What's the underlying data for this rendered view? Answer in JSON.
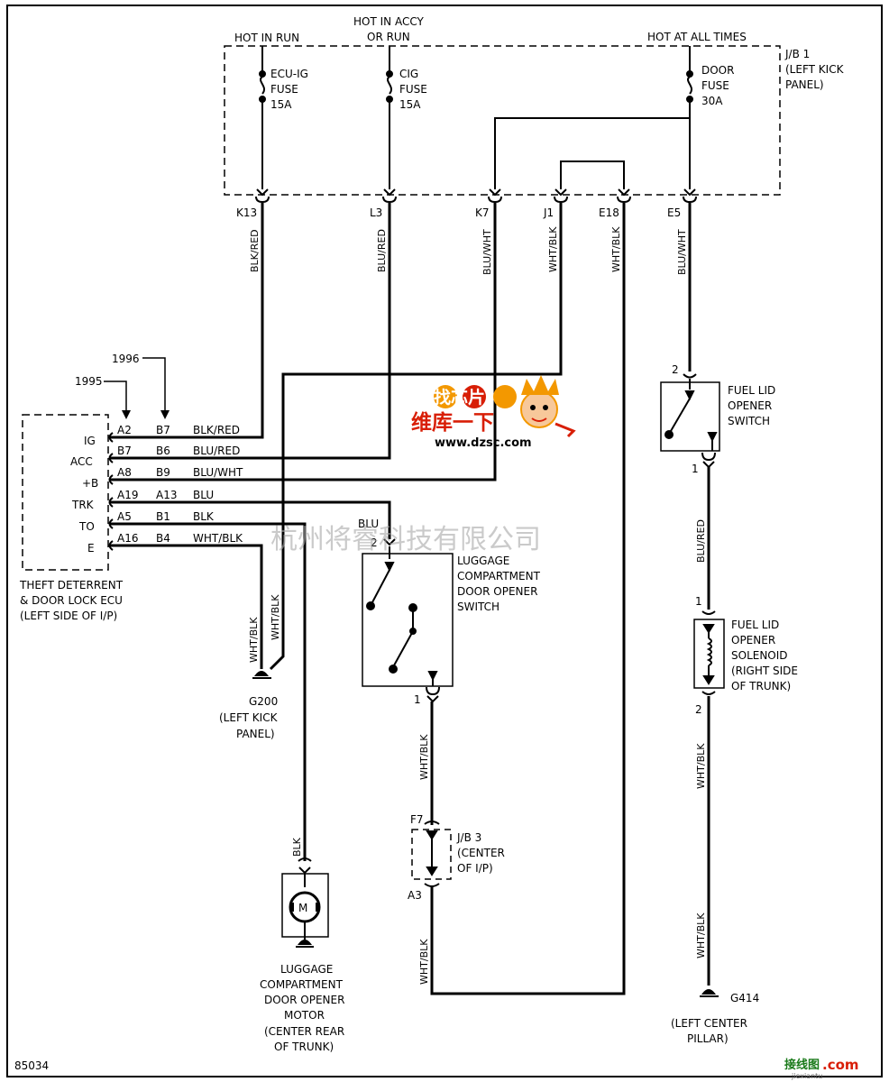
{
  "diagram": {
    "jb1": {
      "title": [
        "J/B 1",
        "(LEFT KICK",
        "PANEL)"
      ],
      "supply_hot_in_run": "HOT IN RUN",
      "supply_hot_in_accy": [
        "HOT IN ACCY",
        "OR RUN"
      ],
      "supply_hot_at_all_times": "HOT AT ALL TIMES",
      "fuse_ecu_ig": [
        "ECU-IG",
        "FUSE",
        "15A"
      ],
      "fuse_cig": [
        "CIG",
        "FUSE",
        "15A"
      ],
      "fuse_door": [
        "DOOR",
        "FUSE",
        "30A"
      ]
    },
    "terminals": [
      {
        "id": "K13",
        "wire": "BLK/RED"
      },
      {
        "id": "L3",
        "wire": "BLU/RED"
      },
      {
        "id": "K7",
        "wire": "BLU/WHT"
      },
      {
        "id": "J1",
        "wire": "WHT/BLK"
      },
      {
        "id": "E18",
        "wire": "WHT/BLK"
      },
      {
        "id": "E5",
        "wire": "BLU/WHT"
      }
    ],
    "years": [
      "1995",
      "1996"
    ],
    "ecu": {
      "title": [
        "THEFT DETERRENT",
        "& DOOR LOCK ECU",
        "(LEFT SIDE OF I/P)"
      ],
      "pins": [
        {
          "name": "IG",
          "p1995": "A2",
          "p1996": "B7",
          "wire": "BLK/RED"
        },
        {
          "name": "ACC",
          "p1995": "B7",
          "p1996": "B6",
          "wire": "BLU/RED"
        },
        {
          "name": "+B",
          "p1995": "A8",
          "p1996": "B9",
          "wire": "BLU/WHT"
        },
        {
          "name": "TRK",
          "p1995": "A19",
          "p1996": "A13",
          "wire": "BLU"
        },
        {
          "name": "TO",
          "p1995": "A5",
          "p1996": "B1",
          "wire": "BLK"
        },
        {
          "name": "E",
          "p1995": "A16",
          "p1996": "B4",
          "wire": "WHT/BLK"
        }
      ]
    },
    "ground_g200": {
      "id": "G200",
      "location": [
        "(LEFT KICK",
        "PANEL)"
      ],
      "wire_left": "WHT/BLK",
      "wire_right": "WHT/BLK"
    },
    "luggage_switch": {
      "title": [
        "LUGGAGE",
        "COMPARTMENT",
        "DOOR OPENER",
        "SWITCH"
      ],
      "pin_top": "2",
      "pin_bottom": "1",
      "wire_in": "BLU",
      "wire_out": "WHT/BLK"
    },
    "jb3": {
      "title": [
        "J/B 3",
        "(CENTER",
        "OF I/P)"
      ],
      "pin_top": "F7",
      "pin_bottom": "A3",
      "wire_out": "WHT/BLK"
    },
    "motor": {
      "title": [
        "LUGGAGE",
        "COMPARTMENT",
        "DOOR OPENER",
        "MOTOR",
        "(CENTER REAR",
        "OF TRUNK)"
      ],
      "symbol": "M",
      "wire": "BLK"
    },
    "fuel_switch": {
      "title": [
        "FUEL LID",
        "OPENER",
        "SWITCH"
      ],
      "pin_top": "2",
      "pin_bottom": "1",
      "wire_out": "BLU/RED"
    },
    "fuel_solenoid": {
      "title": [
        "FUEL LID",
        "OPENER",
        "SOLENOID",
        "(RIGHT SIDE",
        "OF TRUNK)"
      ],
      "pin_top": "1",
      "pin_bottom": "2",
      "wire_1": "WHT/BLK",
      "wire_2": "WHT/BLK"
    },
    "ground_g414": {
      "id": "G414",
      "location": [
        "(LEFT CENTER",
        "PILLAR)"
      ]
    },
    "figure_number": "85034",
    "watermark": "杭州将睿科技有限公司",
    "logo_dzsc": {
      "top": "找芯片",
      "middle": "维库一下",
      "url": "www.dzsc.com"
    },
    "logo_corner": {
      "text": "接线图",
      "suffix": ".com",
      "sub": "jiexiantu"
    },
    "colors": {
      "line": "#000000",
      "watermark": "#a8a8a8",
      "brand_red": "#d81e06",
      "brand_orange": "#f39800"
    }
  }
}
